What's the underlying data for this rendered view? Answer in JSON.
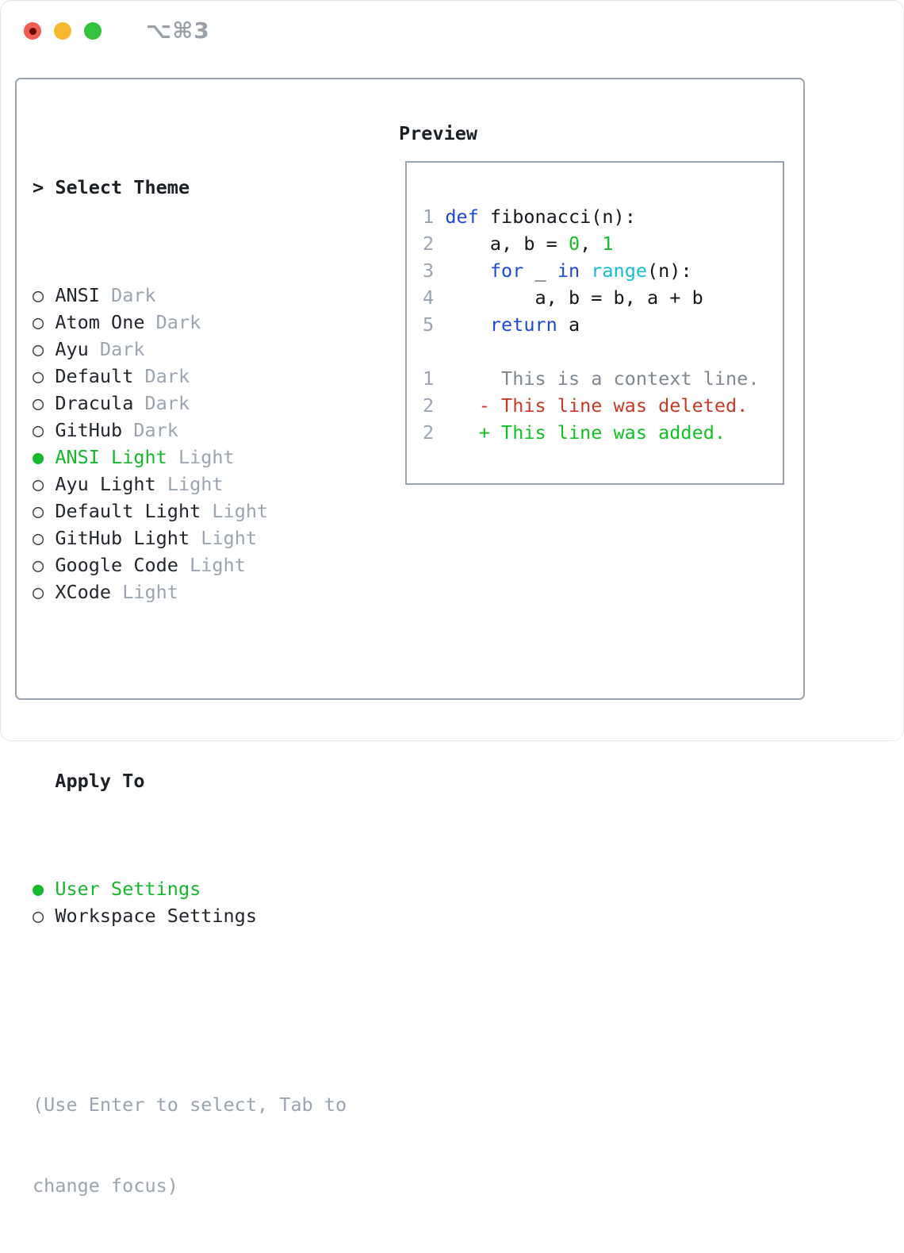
{
  "window": {
    "title": "⌥⌘3",
    "traffic_lights": [
      "close",
      "minimize",
      "zoom"
    ]
  },
  "theme_picker": {
    "prompt": ">",
    "title": "Select Theme",
    "markers": {
      "selected": "●",
      "unselected": "○"
    },
    "themes": [
      {
        "name": "ANSI",
        "tag": "Dark",
        "selected": false
      },
      {
        "name": "Atom One",
        "tag": "Dark",
        "selected": false
      },
      {
        "name": "Ayu",
        "tag": "Dark",
        "selected": false
      },
      {
        "name": "Default",
        "tag": "Dark",
        "selected": false
      },
      {
        "name": "Dracula",
        "tag": "Dark",
        "selected": false
      },
      {
        "name": "GitHub",
        "tag": "Dark",
        "selected": false
      },
      {
        "name": "ANSI Light",
        "tag": "Light",
        "selected": true
      },
      {
        "name": "Ayu Light",
        "tag": "Light",
        "selected": false
      },
      {
        "name": "Default Light",
        "tag": "Light",
        "selected": false
      },
      {
        "name": "GitHub Light",
        "tag": "Light",
        "selected": false
      },
      {
        "name": "Google Code",
        "tag": "Light",
        "selected": false
      },
      {
        "name": "XCode",
        "tag": "Light",
        "selected": false
      }
    ],
    "apply_to": {
      "title": "Apply To",
      "options": [
        {
          "name": "User Settings",
          "selected": true
        },
        {
          "name": "Workspace Settings",
          "selected": false
        }
      ]
    },
    "hint_lines": [
      "(Use Enter to select, Tab to",
      "change focus)"
    ]
  },
  "preview": {
    "title": "Preview",
    "code_lines": [
      {
        "num": "1",
        "segments": [
          {
            "t": "def",
            "c": "kw"
          },
          {
            "t": " fibonacci(n):",
            "c": "pl"
          }
        ]
      },
      {
        "num": "2",
        "segments": [
          {
            "t": "    a, b = ",
            "c": "pl"
          },
          {
            "t": "0",
            "c": "num"
          },
          {
            "t": ", ",
            "c": "pl"
          },
          {
            "t": "1",
            "c": "num"
          }
        ]
      },
      {
        "num": "3",
        "segments": [
          {
            "t": "    ",
            "c": "pl"
          },
          {
            "t": "for",
            "c": "kw"
          },
          {
            "t": " _ ",
            "c": "pl"
          },
          {
            "t": "in",
            "c": "kw"
          },
          {
            "t": " ",
            "c": "pl"
          },
          {
            "t": "range",
            "c": "bi"
          },
          {
            "t": "(n):",
            "c": "pl"
          }
        ]
      },
      {
        "num": "4",
        "segments": [
          {
            "t": "        a, b = b, a + b",
            "c": "pl"
          }
        ]
      },
      {
        "num": "5",
        "segments": [
          {
            "t": "    ",
            "c": "pl"
          },
          {
            "t": "return",
            "c": "kw"
          },
          {
            "t": " a",
            "c": "pl"
          }
        ]
      },
      {
        "num": "",
        "segments": []
      },
      {
        "num": "1",
        "segments": [
          {
            "t": "     This is a context line.",
            "c": "ctx"
          }
        ]
      },
      {
        "num": "2",
        "segments": [
          {
            "t": "   - This line was deleted.",
            "c": "del"
          }
        ]
      },
      {
        "num": "2",
        "segments": [
          {
            "t": "   + This line was added.",
            "c": "add"
          }
        ]
      }
    ]
  },
  "colors": {
    "accent_green": "#15b72b",
    "keyword_blue": "#1d49d8",
    "builtin_cyan": "#14bcd6",
    "number_green": "#14be28",
    "deleted_red": "#c83a25",
    "added_green": "#12c122",
    "muted_gray": "#9aa5b1",
    "context_gray": "#7f8790",
    "border_gray": "#9aa3ad",
    "text_dark": "#22272e",
    "titlebar_gray": "#9aa0a8",
    "traffic_red": "#f25c52",
    "traffic_red_dot": "#6b0a03",
    "traffic_yellow": "#f5b82e",
    "traffic_green": "#33c13e"
  }
}
